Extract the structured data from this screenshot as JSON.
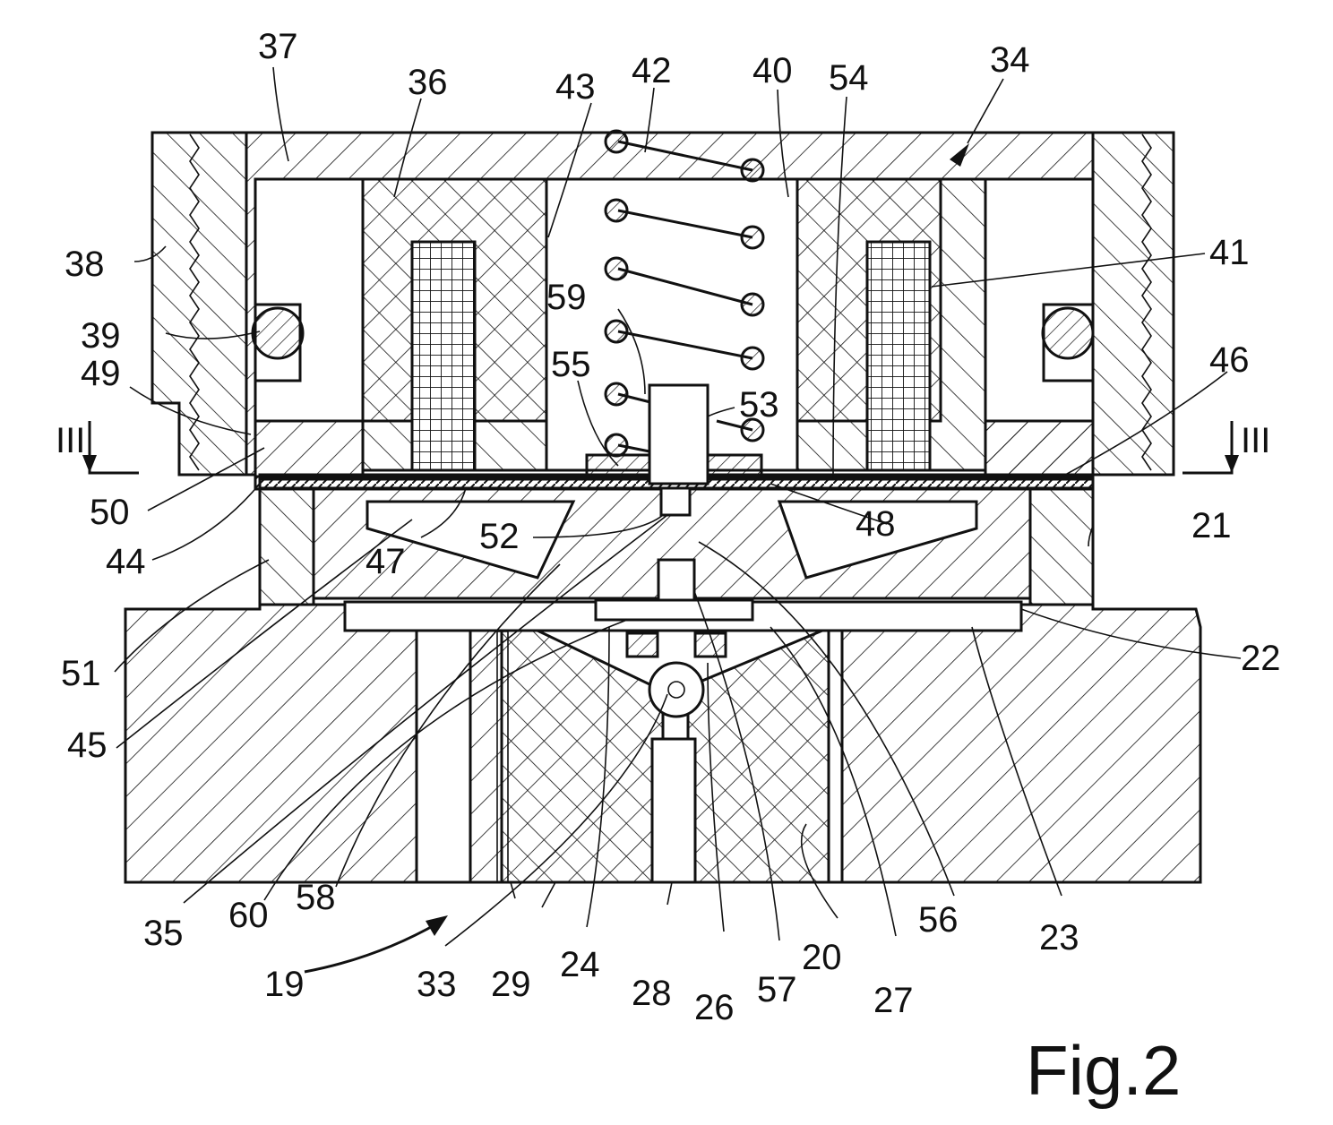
{
  "figure_label": "Fig.2",
  "section_marker": "III",
  "labels": [
    {
      "id": "37",
      "text": "37"
    },
    {
      "id": "36",
      "text": "36"
    },
    {
      "id": "43",
      "text": "43"
    },
    {
      "id": "42",
      "text": "42"
    },
    {
      "id": "40",
      "text": "40"
    },
    {
      "id": "54",
      "text": "54"
    },
    {
      "id": "34",
      "text": "34"
    },
    {
      "id": "38",
      "text": "38"
    },
    {
      "id": "39",
      "text": "39"
    },
    {
      "id": "59",
      "text": "59"
    },
    {
      "id": "41",
      "text": "41"
    },
    {
      "id": "46",
      "text": "46"
    },
    {
      "id": "55",
      "text": "55"
    },
    {
      "id": "53",
      "text": "53"
    },
    {
      "id": "49",
      "text": "49"
    },
    {
      "id": "50",
      "text": "50"
    },
    {
      "id": "44",
      "text": "44"
    },
    {
      "id": "47",
      "text": "47"
    },
    {
      "id": "52",
      "text": "52"
    },
    {
      "id": "48",
      "text": "48"
    },
    {
      "id": "21",
      "text": "21"
    },
    {
      "id": "51",
      "text": "51"
    },
    {
      "id": "45",
      "text": "45"
    },
    {
      "id": "22",
      "text": "22"
    },
    {
      "id": "35",
      "text": "35"
    },
    {
      "id": "60",
      "text": "60"
    },
    {
      "id": "58",
      "text": "58"
    },
    {
      "id": "19",
      "text": "19"
    },
    {
      "id": "33",
      "text": "33"
    },
    {
      "id": "29",
      "text": "29"
    },
    {
      "id": "24",
      "text": "24"
    },
    {
      "id": "28",
      "text": "28"
    },
    {
      "id": "26",
      "text": "26"
    },
    {
      "id": "57",
      "text": "57"
    },
    {
      "id": "20",
      "text": "20"
    },
    {
      "id": "27",
      "text": "27"
    },
    {
      "id": "56",
      "text": "56"
    },
    {
      "id": "23",
      "text": "23"
    }
  ]
}
